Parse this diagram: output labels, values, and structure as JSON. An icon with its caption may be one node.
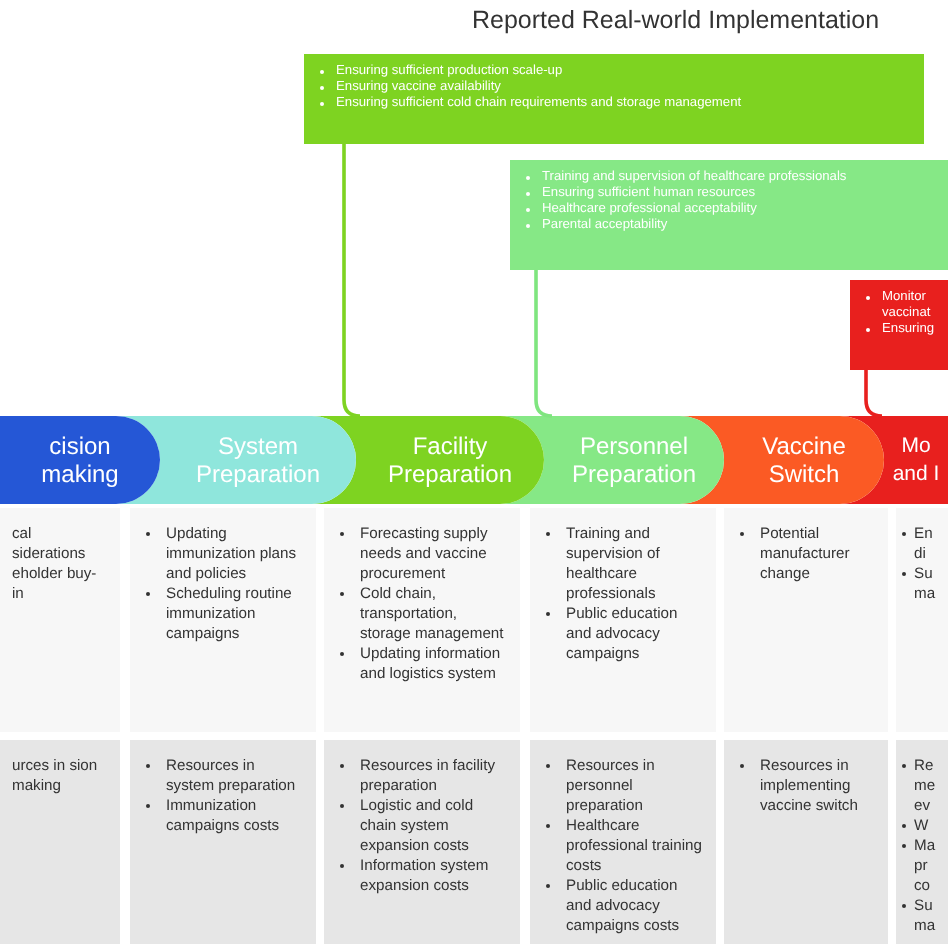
{
  "diagram": {
    "title": "Reported Real-world Implementation",
    "nodes": [
      {
        "text": [
          "Ensuring sufficient production scale-up",
          "Ensuring vaccine availability",
          "Ensuring sufficient cold chain requirements and storage management"
        ]
      },
      {
        "text": [
          "Training and supervision of healthcare professionals",
          "Ensuring sufficient human resources",
          "Healthcare professional acceptability",
          "Parental acceptability"
        ]
      },
      {
        "text": [
          "Monitor vaccinat",
          "Ensuring"
        ]
      },
      {
        "text": [
          "cision making"
        ]
      },
      {
        "text": [
          "System Preparation"
        ]
      },
      {
        "text": [
          "Facility Preparation"
        ]
      },
      {
        "text": [
          "Personnel Preparation"
        ]
      },
      {
        "text": [
          "Vaccine Switch"
        ]
      },
      {
        "text": [
          "Mo and I"
        ]
      },
      {
        "text": [
          "cal siderations eholder buy-in"
        ]
      },
      {
        "text": [
          "Updating immunization plans and policies",
          "Scheduling routine immunization campaigns"
        ]
      },
      {
        "text": [
          "Forecasting supply needs and vaccine procurement",
          "Cold chain, transportation, storage management",
          "Updating information and logistics system"
        ]
      },
      {
        "text": [
          "Training and supervision of healthcare professionals",
          "Public education and advocacy campaigns"
        ]
      },
      {
        "text": [
          "Potential manufacturer change"
        ]
      },
      {
        "text": [
          "En di",
          "Su ma"
        ]
      },
      {
        "text": [
          "urces in sion making"
        ]
      },
      {
        "text": [
          "Resources in system preparation",
          "Immunization campaigns costs"
        ]
      },
      {
        "text": [
          "Resources in facility preparation",
          "Logistic and cold chain system expansion costs",
          "Information system expansion costs"
        ]
      },
      {
        "text": [
          "Resources in personnel preparation",
          "Healthcare professional training costs",
          "Public education and advocacy campaigns costs"
        ]
      },
      {
        "text": [
          "Resources in implementing vaccine switch"
        ]
      },
      {
        "text": [
          "Re me ev",
          "W",
          "Ma pr co",
          "Su ma"
        ]
      }
    ],
    "edges": [
      {
        "from": 0,
        "to": 5,
        "arrow": "none",
        "color": "#7ed321"
      },
      {
        "from": 1,
        "to": 6,
        "arrow": "none",
        "color": "#7fe57f"
      },
      {
        "from": 2,
        "to": 8,
        "arrow": "none",
        "color": "#e8201e"
      }
    ]
  }
}
